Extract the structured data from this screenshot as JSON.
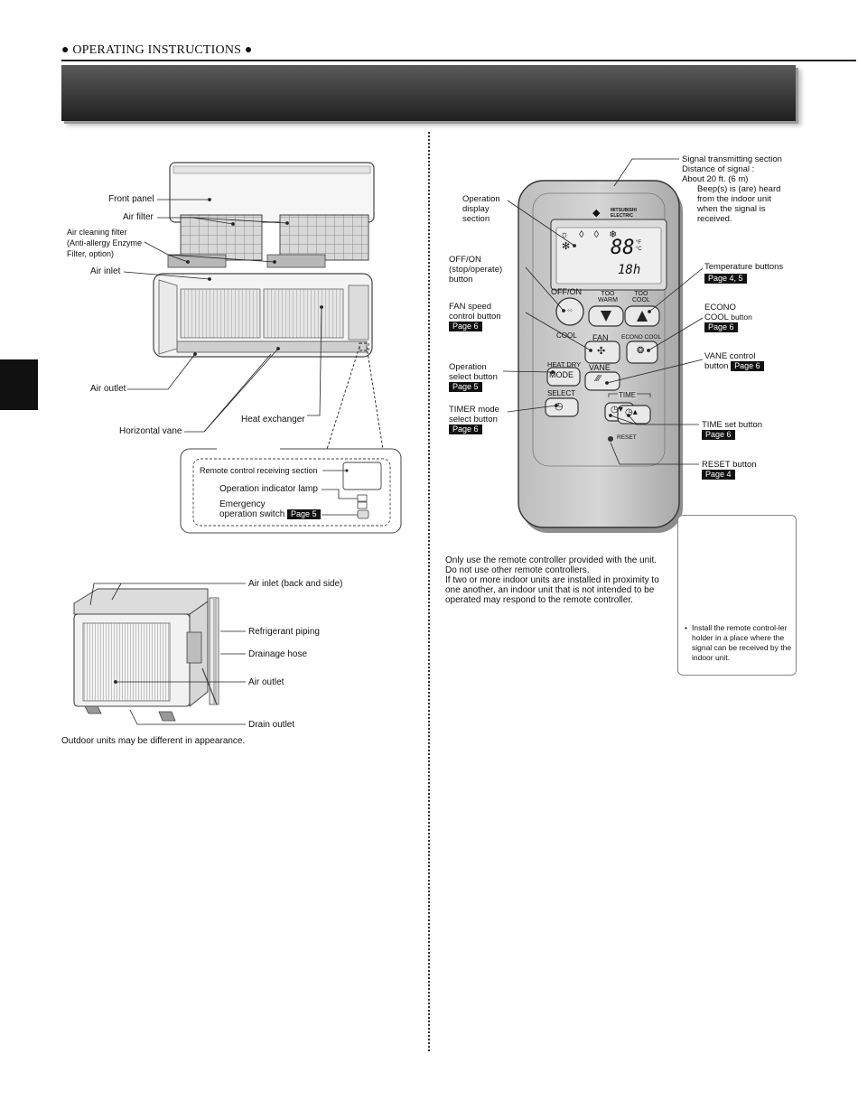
{
  "header": {
    "section_title": "● OPERATING INSTRUCTIONS ●"
  },
  "indoor_unit": {
    "labels": {
      "front_panel": "Front panel",
      "air_filter": "Air filter",
      "air_cleaning_filter_1": "Air cleaning filter",
      "air_cleaning_filter_2": "(Anti-allergy Enzyme",
      "air_cleaning_filter_3": "Filter, option)",
      "air_inlet": "Air inlet",
      "air_outlet": "Air outlet",
      "horizontal_vane": "Horizontal vane",
      "heat_exchanger": "Heat exchanger"
    },
    "detail": {
      "receiving_section": "Remote control receiving section",
      "indicator_lamp": "Operation indicator lamp",
      "emergency_1": "Emergency",
      "emergency_2": "operation switch",
      "emergency_page": "Page 5"
    }
  },
  "outdoor_unit": {
    "labels": {
      "air_inlet": "Air inlet (back and side)",
      "refrigerant_piping": "Refrigerant piping",
      "drainage_hose": "Drainage hose",
      "air_outlet": "Air outlet",
      "drain_outlet": "Drain outlet"
    },
    "footnote": "Outdoor units may be different in appearance."
  },
  "remote": {
    "brand_1": "MITSUBISHI",
    "brand_2": "ELECTRIC",
    "display_digits": "88",
    "display_unit": "°F °C",
    "display_timer": "18h",
    "buttons": {
      "off_on": "OFF/ON",
      "too_warm_1": "TOO",
      "too_warm_2": "WARM",
      "too_cool_1": "TOO",
      "too_cool_2": "COOL",
      "cool": "COOL",
      "heat_dry": "HEAT DRY",
      "mode": "MODE",
      "fan": "FAN",
      "econo_cool": "ECONO COOL",
      "vane": "VANE",
      "select": "SELECT",
      "time": "TIME",
      "reset": "RESET"
    },
    "callouts": {
      "signal_1": "Signal transmitting section",
      "signal_2": "Distance of signal :",
      "signal_3": "About 20 ft. (6 m)",
      "signal_4": "Beep(s) is (are) heard",
      "signal_5": "from the indoor unit",
      "signal_6": "when the signal is",
      "signal_7": "received.",
      "op_display_1": "Operation",
      "op_display_2": "display",
      "op_display_3": "section",
      "offon_1": "OFF/ON",
      "offon_2": "(stop/operate)",
      "offon_3": "button",
      "fan_speed_1": "FAN speed",
      "fan_speed_2": "control button",
      "fan_speed_page": "Page 6",
      "op_select_1": "Operation",
      "op_select_2": "select button",
      "op_select_page": "Page 5",
      "timer_mode_1": "TIMER mode",
      "timer_mode_2": "select button",
      "timer_mode_page": "Page 6",
      "temp_buttons": "Temperature buttons",
      "temp_page": "Page 4, 5",
      "econo_1": "ECONO",
      "econo_2": "COOL",
      "econo_2b": "button",
      "econo_page": "Page 6",
      "vane_1": "VANE control",
      "vane_2": "button",
      "vane_page": "Page 6",
      "time_set": "TIME set button",
      "time_set_page": "Page 6",
      "reset_btn": "RESET button",
      "reset_page": "Page 4"
    },
    "notes": [
      "Only use the remote controller provided with the unit.",
      "Do not use other remote controllers.",
      "If two or more indoor units are installed in proximity to",
      "one another, an indoor unit that is not intended to be",
      "operated may respond to the remote controller."
    ],
    "holder_note": "Install the remote control-ler holder in a place where the signal can be received by the indoor unit."
  }
}
